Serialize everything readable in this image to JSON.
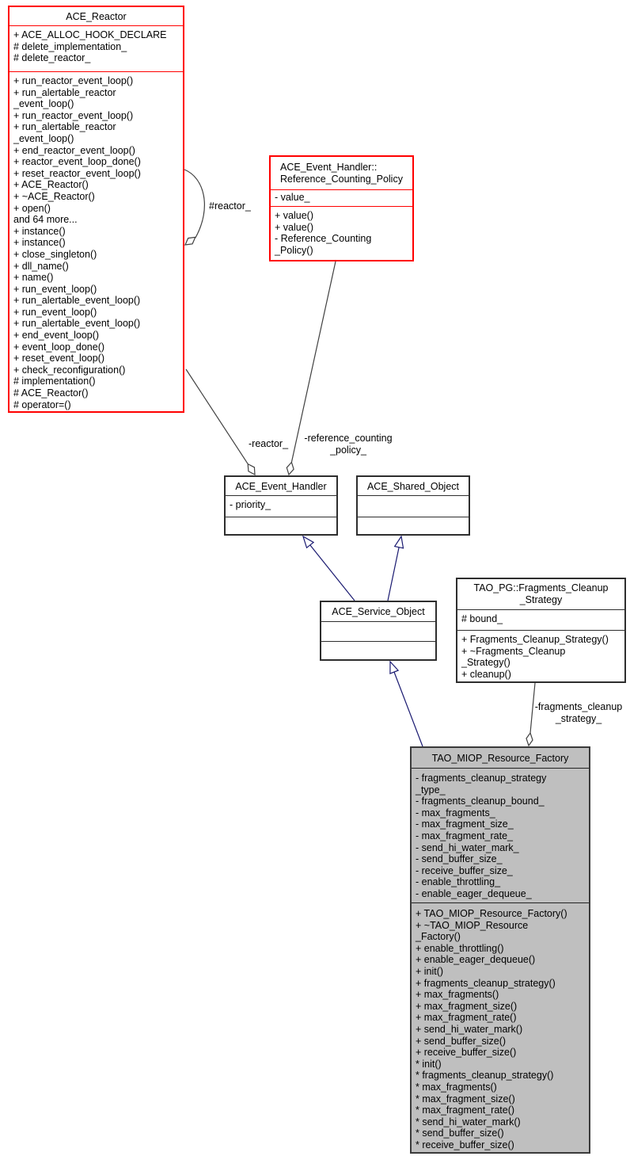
{
  "diagram_type": "uml-collaboration-graph",
  "colors": {
    "truncated_node_border": "#ff0000",
    "node_border": "#2e2e2e",
    "focus_node_fill": "#bfbfbf",
    "focus_node_border": "#3a3a3a",
    "inheritance_edge": "#191970",
    "usage_edge": "#404040",
    "background": "#ffffff"
  },
  "classes": {
    "ace_reactor": {
      "title": "ACE_Reactor",
      "attributes": [
        "+ ACE_ALLOC_HOOK_DECLARE",
        "# delete_implementation_",
        "# delete_reactor_"
      ],
      "methods": [
        "+ run_reactor_event_loop()",
        "+ run_alertable_reactor",
        "_event_loop()",
        "+ run_reactor_event_loop()",
        "+ run_alertable_reactor",
        "_event_loop()",
        "+ end_reactor_event_loop()",
        "+ reactor_event_loop_done()",
        "+ reset_reactor_event_loop()",
        "+ ACE_Reactor()",
        "+ ~ACE_Reactor()",
        "+ open()",
        "and 64 more...",
        "+ instance()",
        "+ instance()",
        "+ close_singleton()",
        "+ dll_name()",
        "+ name()",
        "+ run_event_loop()",
        "+ run_alertable_event_loop()",
        "+ run_event_loop()",
        "+ run_alertable_event_loop()",
        "+ end_event_loop()",
        "+ event_loop_done()",
        "+ reset_event_loop()",
        "+ check_reconfiguration()",
        "# implementation()",
        "# ACE_Reactor()",
        "# operator=()"
      ]
    },
    "ref_policy": {
      "title_lines": [
        "ACE_Event_Handler::",
        "Reference_Counting_Policy"
      ],
      "attributes": [
        "- value_"
      ],
      "methods": [
        "+ value()",
        "+ value()",
        "- Reference_Counting",
        "_Policy()"
      ]
    },
    "ace_event_handler": {
      "title": "ACE_Event_Handler",
      "attributes": [
        "- priority_"
      ],
      "methods": []
    },
    "ace_shared_object": {
      "title": "ACE_Shared_Object",
      "attributes": [],
      "methods": []
    },
    "ace_service_object": {
      "title": "ACE_Service_Object",
      "attributes": [],
      "methods": []
    },
    "tao_pg": {
      "title_lines": [
        "TAO_PG::Fragments_Cleanup",
        "_Strategy"
      ],
      "attributes": [
        "# bound_"
      ],
      "methods": [
        "+ Fragments_Cleanup_Strategy()",
        "+ ~Fragments_Cleanup",
        "_Strategy()",
        "+ cleanup()"
      ]
    },
    "tao_miop": {
      "title": "TAO_MIOP_Resource_Factory",
      "attributes": [
        "- fragments_cleanup_strategy",
        "_type_",
        "- fragments_cleanup_bound_",
        "- max_fragments_",
        "- max_fragment_size_",
        "- max_fragment_rate_",
        "- send_hi_water_mark_",
        "- send_buffer_size_",
        "- receive_buffer_size_",
        "- enable_throttling_",
        "- enable_eager_dequeue_"
      ],
      "methods": [
        "+ TAO_MIOP_Resource_Factory()",
        "+ ~TAO_MIOP_Resource",
        "_Factory()",
        "+ enable_throttling()",
        "+ enable_eager_dequeue()",
        "+ init()",
        "+ fragments_cleanup_strategy()",
        "+ max_fragments()",
        "+ max_fragment_size()",
        "+ max_fragment_rate()",
        "+ send_hi_water_mark()",
        "+ send_buffer_size()",
        "+ receive_buffer_size()",
        "* init()",
        "* fragments_cleanup_strategy()",
        "* max_fragments()",
        "* max_fragment_size()",
        "* max_fragment_rate()",
        "* send_hi_water_mark()",
        "* send_buffer_size()",
        "* receive_buffer_size()"
      ]
    }
  },
  "edge_labels": {
    "reactor_self": "#reactor_",
    "reactor": "-reactor_",
    "reference_counting_policy": [
      "-reference_counting",
      "_policy_"
    ],
    "fragments_cleanup_strategy": [
      "-fragments_cleanup",
      "_strategy_"
    ]
  }
}
